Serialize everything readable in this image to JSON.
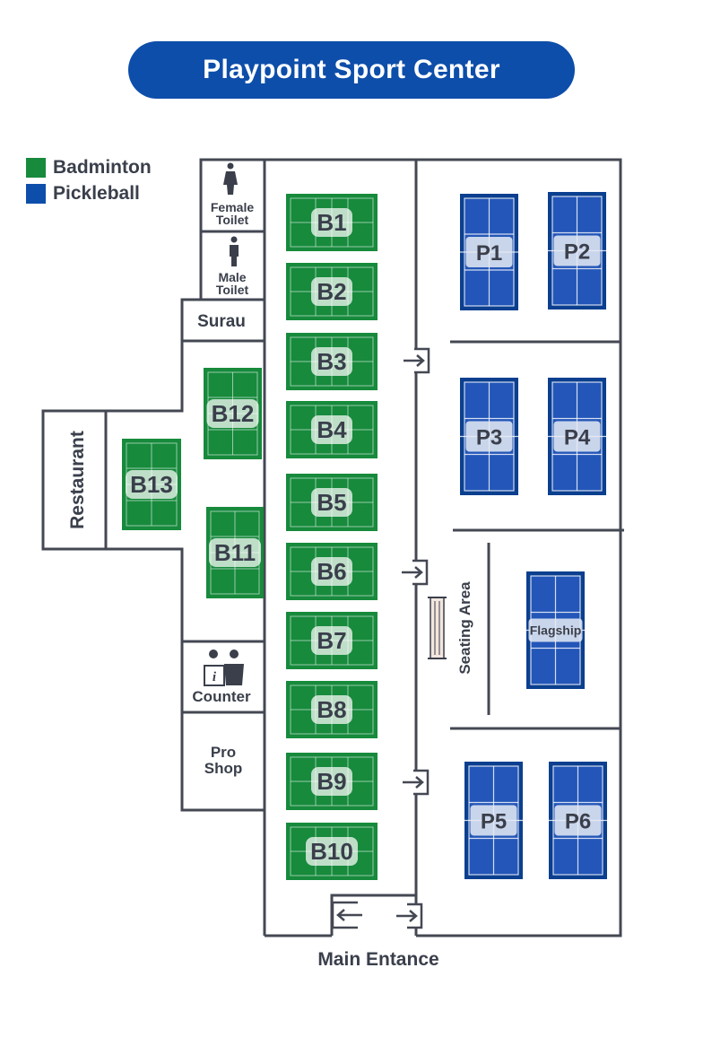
{
  "title": "Playpoint Sport Center",
  "legend": [
    {
      "label": "Badminton",
      "color": "#178a3c"
    },
    {
      "label": "Pickleball",
      "color": "#0d4eaa"
    }
  ],
  "rooms": {
    "female_toilet": [
      "Female",
      "Toilet"
    ],
    "male_toilet": [
      "Male",
      "Toilet"
    ],
    "surau": "Surau",
    "restaurant": "Restaurant",
    "counter": "Counter",
    "pro_shop": [
      "Pro",
      "Shop"
    ],
    "seating_area": "Seating Area",
    "main_entrance": "Main Entance"
  },
  "badminton_courts": [
    "B1",
    "B2",
    "B3",
    "B4",
    "B5",
    "B6",
    "B7",
    "B8",
    "B9",
    "B10",
    "B11",
    "B12",
    "B13"
  ],
  "pickleball_courts": [
    "P1",
    "P2",
    "P3",
    "P4",
    "Flagship",
    "P5",
    "P6"
  ],
  "icons": {
    "female": "female-person-icon",
    "male": "male-person-icon",
    "info": "info-counter-icon",
    "door": "door-arrow-icon"
  }
}
